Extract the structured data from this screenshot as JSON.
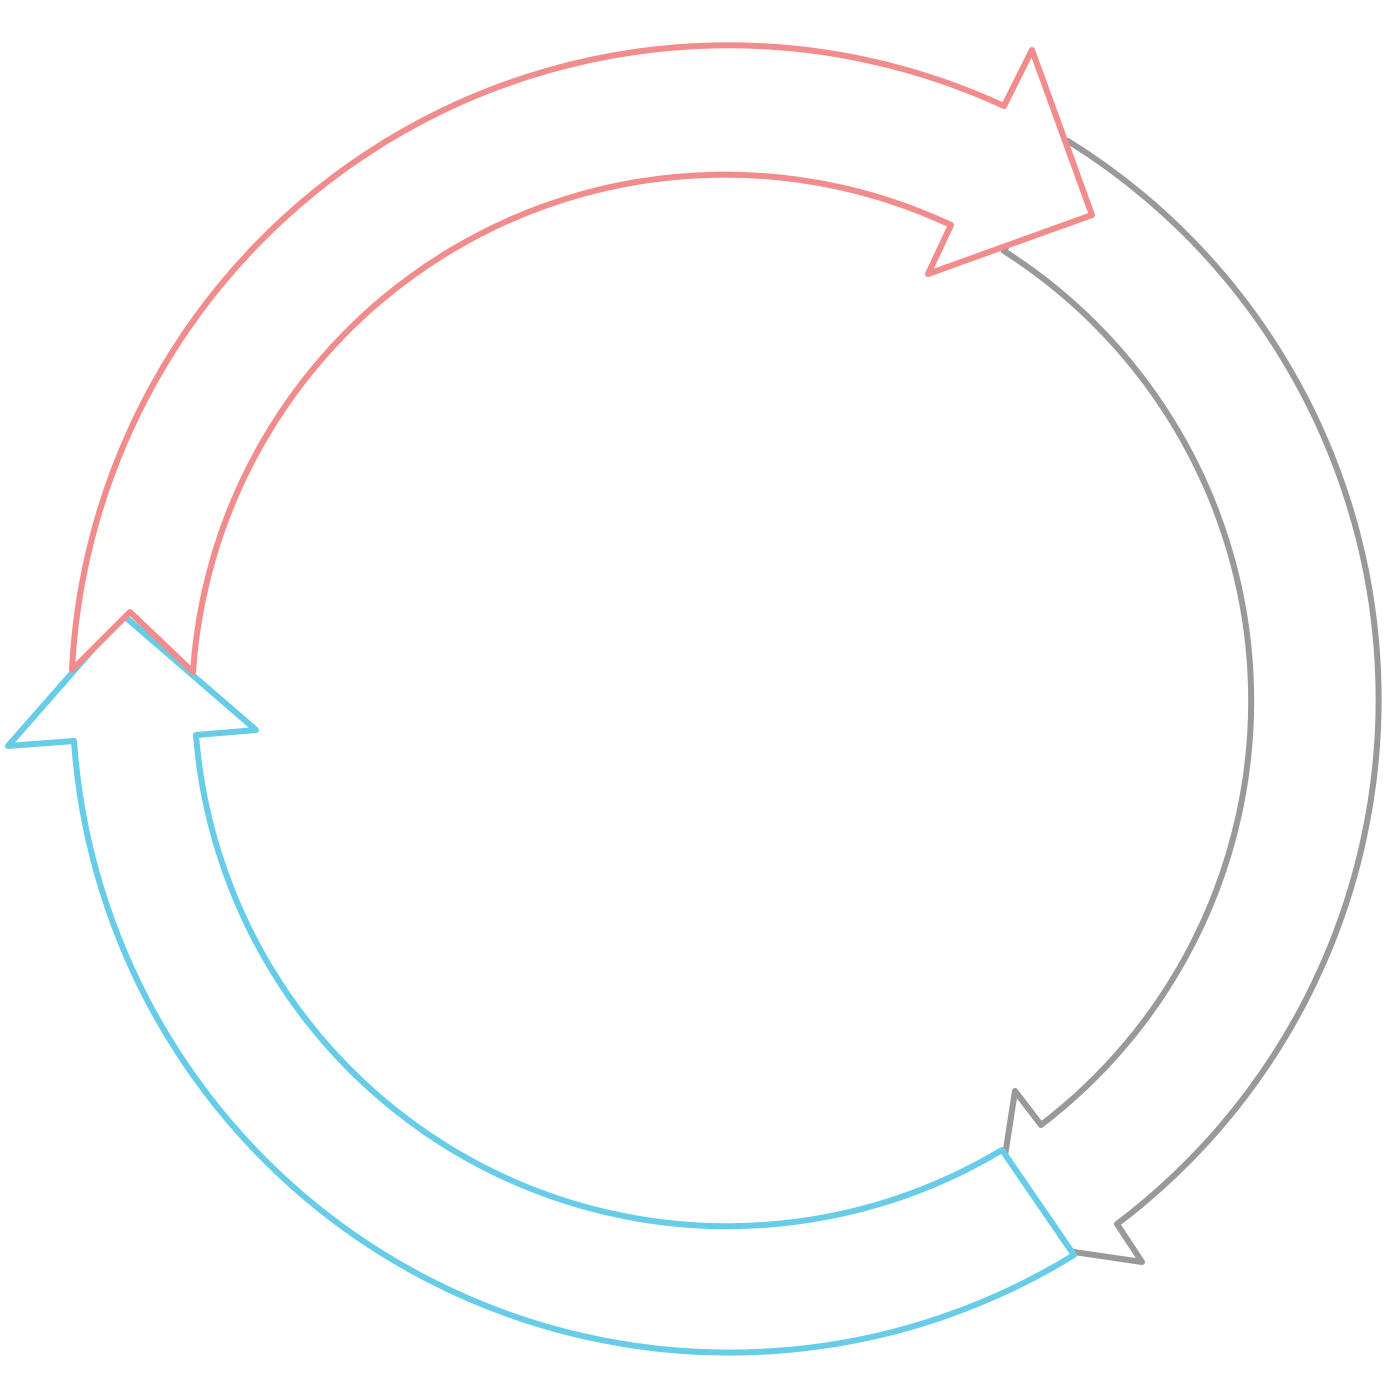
{
  "diagram": {
    "type": "cycle",
    "direction": "clockwise",
    "arrows": [
      {
        "name": "red-arrow",
        "color": "#f28b8b"
      },
      {
        "name": "gray-arrow",
        "color": "#999999"
      },
      {
        "name": "blue-arrow",
        "color": "#66cce8"
      }
    ]
  }
}
